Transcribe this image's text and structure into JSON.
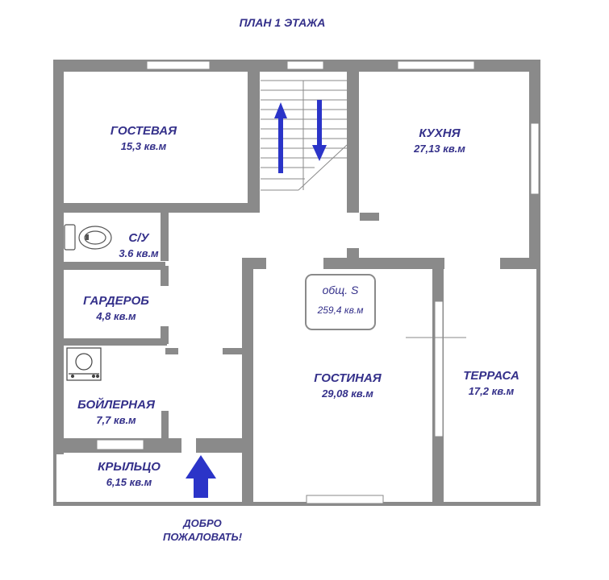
{
  "title": "ПЛАН 1 ЭТАЖА",
  "rooms": {
    "guest": {
      "name": "ГОСТЕВАЯ",
      "area": "15,3 кв.м"
    },
    "kitchen": {
      "name": "КУХНЯ",
      "area": "27,13 кв.м"
    },
    "bathroom": {
      "name": "С/У",
      "area": "3.6 кв.м"
    },
    "wardrobe": {
      "name": "ГАРДЕРОБ",
      "area": "4,8 кв.м"
    },
    "living": {
      "name": "ГОСТИНАЯ",
      "area": "29,08 кв.м"
    },
    "terrace": {
      "name": "ТЕРРАСА",
      "area": "17,2 кв.м"
    },
    "boiler": {
      "name": "БОЙЛЕРНАЯ",
      "area": "7,7 кв.м"
    },
    "porch": {
      "name": "КРЫЛЬЦО",
      "area": "6,15 кв.м"
    }
  },
  "total": {
    "label": "общ. S",
    "value": "259,4 кв.м"
  },
  "welcome": {
    "line1": "ДОБРО",
    "line2": "ПОЖАЛОВАТЬ!"
  },
  "colors": {
    "wall": "#8a8a8a",
    "text": "#34308a",
    "arrow": "#2b34c8",
    "background": "#ffffff"
  },
  "icons": [
    "toilet-icon",
    "boiler-icon",
    "stair-up-arrow-icon",
    "stair-down-arrow-icon",
    "entrance-arrow-icon"
  ]
}
